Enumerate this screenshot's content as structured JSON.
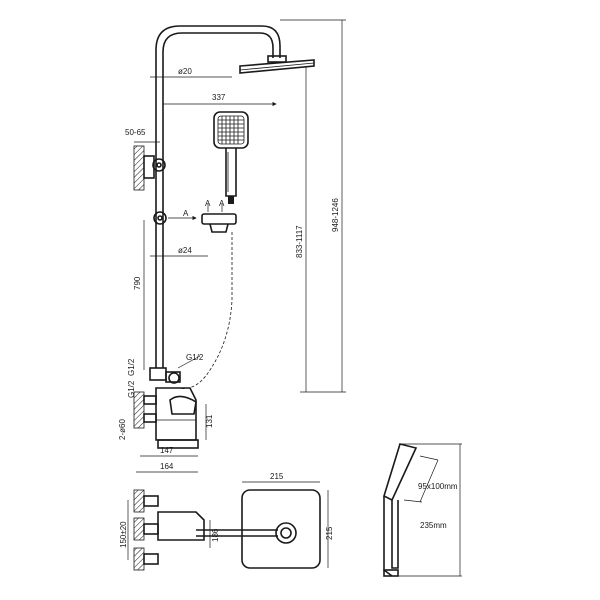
{
  "labels": {
    "d20": "ø20",
    "d24": "ø24",
    "w337": "337",
    "w50_65": "50-65",
    "h790": "790",
    "h833_1117": "833-1117",
    "h948_1246": "948-1246",
    "g12": "G1/2",
    "g12b": "G1/2",
    "g12c": "G1/2",
    "d60": "2-ø60",
    "h131": "131",
    "w147": "147",
    "w164": "164",
    "w215": "215",
    "h215": "215",
    "h150": "150±20",
    "h186": "186",
    "s95": "95x100mm",
    "h235": "235mm",
    "A1": "A",
    "A2": "A",
    "A3": "A"
  }
}
